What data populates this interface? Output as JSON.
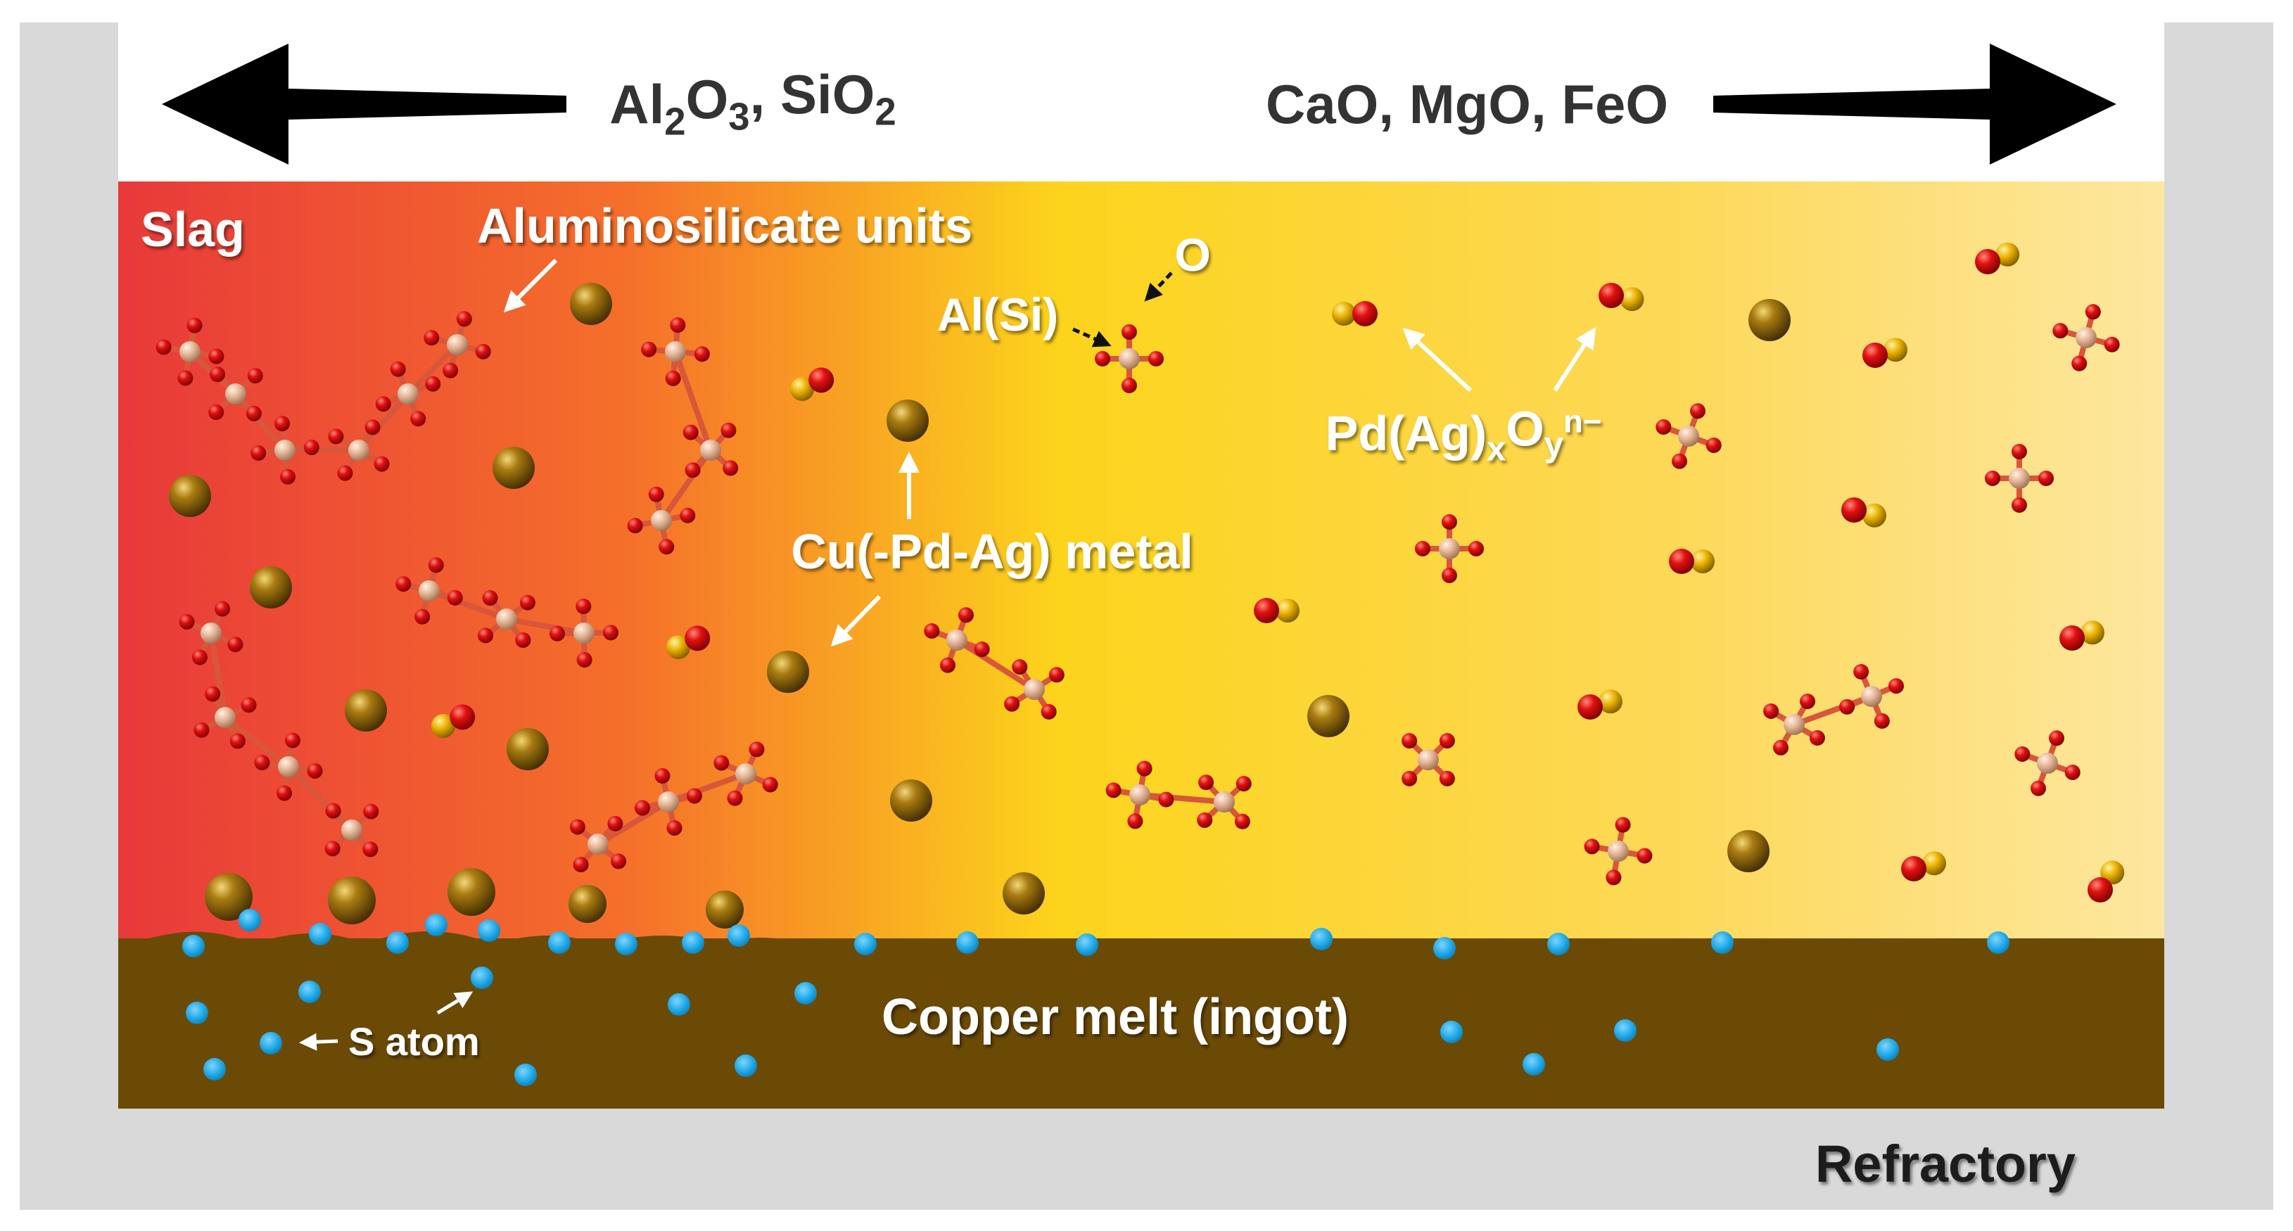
{
  "header": {
    "left_oxides": "Al2O3, SiO2",
    "left_parts": [
      {
        "t": "Al"
      },
      {
        "t": "2",
        "sub": true
      },
      {
        "t": "O"
      },
      {
        "t": "3",
        "sub": true
      },
      {
        "t": ", SiO"
      },
      {
        "t": "2",
        "sub": true
      }
    ],
    "right_oxides": "CaO, MgO, FeO"
  },
  "labels": {
    "slag": "Slag",
    "aluminosilicate_units": "Aluminosilicate units",
    "oxygen": "O",
    "al_si": "Al(Si)",
    "pd_ag_oxide": "Pd(Ag)xOyn−",
    "pd_ag_oxide_parts": [
      {
        "t": "Pd(Ag)"
      },
      {
        "t": "x",
        "sub": true
      },
      {
        "t": "O"
      },
      {
        "t": "y",
        "sub": true
      },
      {
        "t": "n−",
        "sup": true
      }
    ],
    "cu_metal": "Cu(-Pd-Ag) metal",
    "copper_melt": "Copper melt (ingot)",
    "s_atom": "S atom",
    "refractory": "Refractory"
  },
  "colors": {
    "refractory_gray": "#d9d9d9",
    "slag_red": "#e8393a",
    "slag_orange": "#f7891f",
    "slag_yellow": "#fcd41c",
    "slag_pale": "#fde7a0",
    "copper_melt": "#6b4a06",
    "sulfur_blue": "#1ea8e6",
    "oxygen_red": "#e01010",
    "al_si_tan": "#ecc09c",
    "metal_gold": "#a87a10",
    "pd_ag_gold": "#e8b000"
  }
}
